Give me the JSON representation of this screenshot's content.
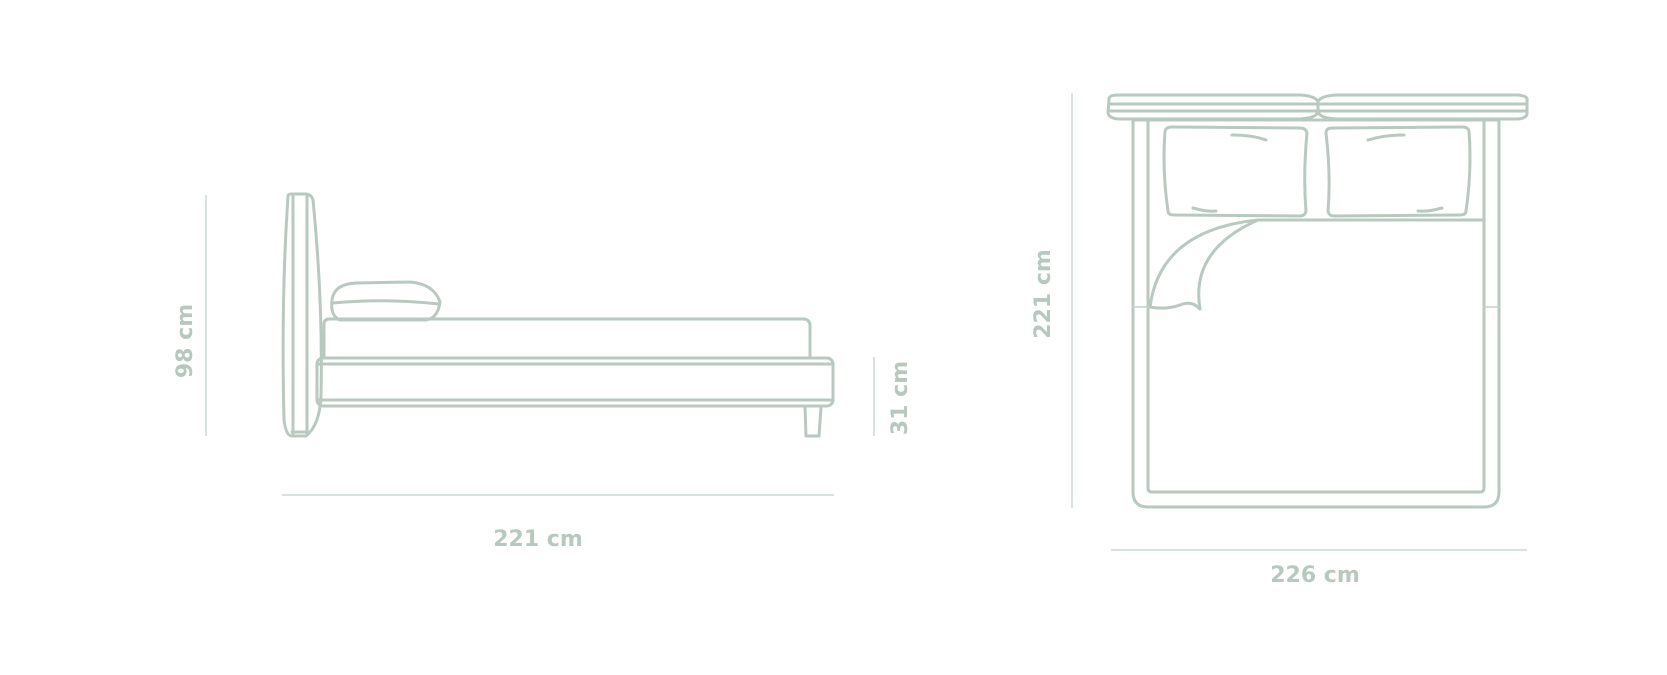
{
  "side_view": {
    "height_label": "98 cm",
    "bed_height_label": "31 cm",
    "length_label": "221 cm"
  },
  "top_view": {
    "length_label": "221 cm",
    "width_label": "226 cm"
  },
  "colors": {
    "line": "#b9c9c0",
    "dimension_text": "#b7c8bf",
    "background": "#ffffff"
  }
}
